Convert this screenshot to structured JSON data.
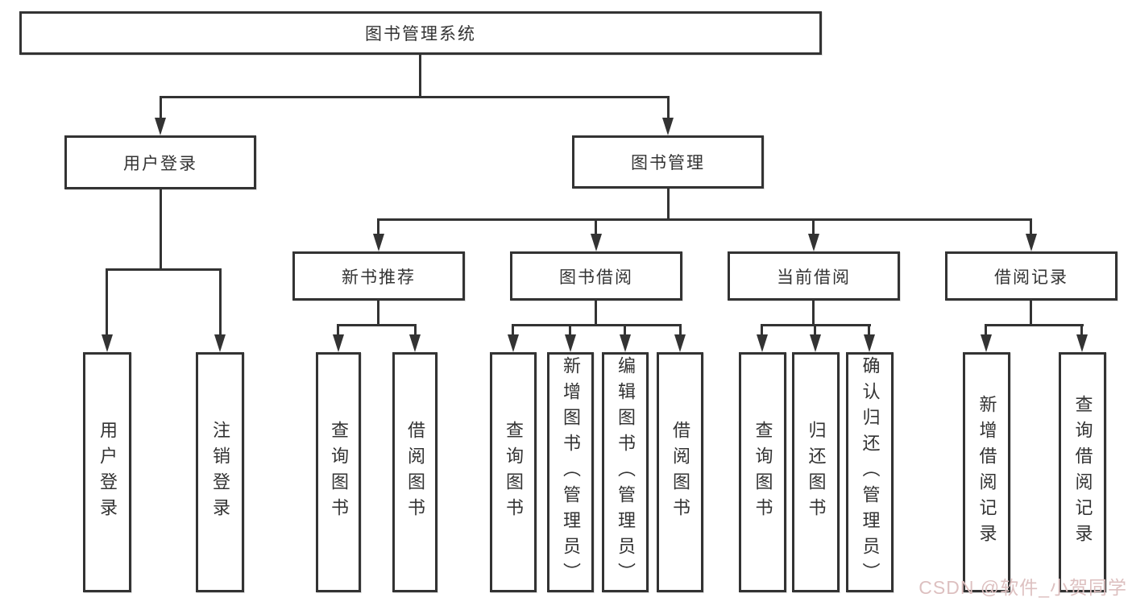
{
  "nodes": {
    "root": "图书管理系统",
    "user_login": "用户登录",
    "book_mgmt": "图书管理",
    "new_book_rec": "新书推荐",
    "book_borrow": "图书借阅",
    "current_borrow": "当前借阅",
    "borrow_record": "借阅记录",
    "ul_login": "用户登录",
    "ul_logout": "注销登录",
    "nb_query": "查询图书",
    "nb_borrow": "借阅图书",
    "bb_query": "查询图书",
    "bb_add": "新增图书（管理员）",
    "bb_edit": "编辑图书（管理员）",
    "bb_borrow": "借阅图书",
    "cb_query": "查询图书",
    "cb_return": "归还图书",
    "cb_confirm": "确认归还（管理员）",
    "br_add": "新增借阅记录",
    "br_query": "查询借阅记录"
  },
  "watermark": "CSDN @软件_小贺同学",
  "colors": {
    "line": "#333333",
    "text": "#333333",
    "background": "#ffffff",
    "watermark": "#ddc0c0"
  }
}
